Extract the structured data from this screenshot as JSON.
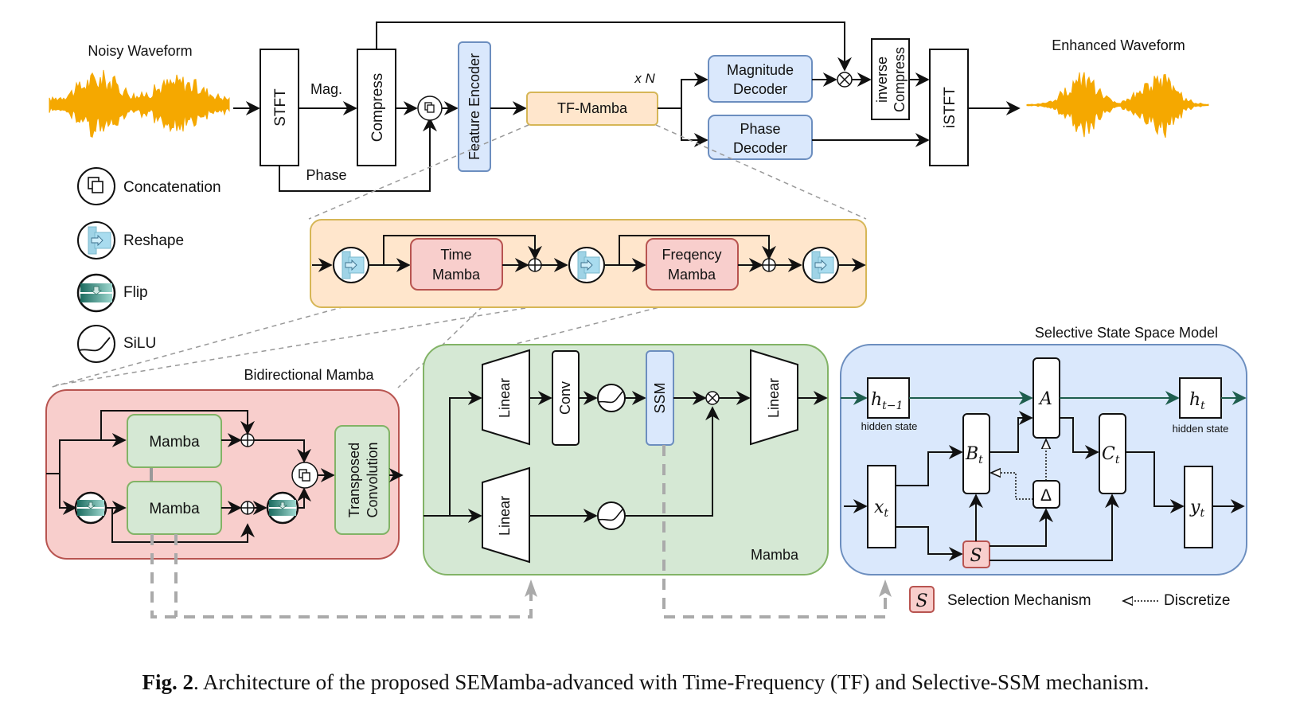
{
  "figure": {
    "caption_prefix": "Fig. 2",
    "caption_text": ". Architecture of the proposed SEMamba-advanced with Time-Frequency (TF) and Selective-SSM mechanism."
  },
  "colors": {
    "waveform": "#f5a800",
    "blue_fill": "#dae8fc",
    "blue_stroke": "#6c8ebf",
    "orange_fill": "#ffe6cc",
    "orange_stroke": "#d6b656",
    "red_fill": "#f8cecc",
    "red_stroke": "#b85450",
    "green_fill": "#d5e8d4",
    "green_stroke": "#82b366",
    "teal_arrow": "#1e5e4e",
    "dash_gray": "#999999"
  },
  "pipeline": {
    "input_label": "Noisy Waveform",
    "output_label": "Enhanced Waveform",
    "stft": "STFT",
    "mag": "Mag.",
    "phase": "Phase",
    "compress": "Compress",
    "feature_encoder": "Feature Encoder",
    "tf_mamba": "TF-Mamba",
    "repeat": "x N",
    "magnitude_decoder": [
      "Magnitude",
      "Decoder"
    ],
    "phase_decoder": [
      "Phase",
      "Decoder"
    ],
    "inverse_compress": [
      "inverse",
      "Compress"
    ],
    "istft": "iSTFT"
  },
  "legend": {
    "concatenation": "Concatenation",
    "reshape": "Reshape",
    "flip": "Flip",
    "silu": "SiLU",
    "selection_symbol": "S",
    "selection": "Selection Mechanism",
    "discretize": "Discretize"
  },
  "tf_block": {
    "time_mamba": [
      "Time",
      "Mamba"
    ],
    "freq_mamba": [
      "Freqency",
      "Mamba"
    ]
  },
  "bidirectional": {
    "title": "Bidirectional Mamba",
    "mamba_top": "Mamba",
    "mamba_bottom": "Mamba",
    "transposed": [
      "Transposed",
      "Convolution"
    ]
  },
  "mamba": {
    "title": "Mamba",
    "linear_in_top": "Linear",
    "linear_in_bottom": "Linear",
    "conv": "Conv",
    "ssm": "SSM",
    "linear_out": "Linear"
  },
  "ssm": {
    "title": "Selective State Space Model",
    "h_prev": "h",
    "h_prev_sub": "t−1",
    "h_t": "h",
    "h_t_sub": "t",
    "hidden_state": "hidden state",
    "x_t": "x",
    "x_sub": "t",
    "b_t": "B",
    "b_sub": "t",
    "a": "A",
    "c_t": "C",
    "c_sub": "t",
    "delta": "Δ",
    "y_t": "y",
    "y_sub": "t",
    "s": "S"
  }
}
